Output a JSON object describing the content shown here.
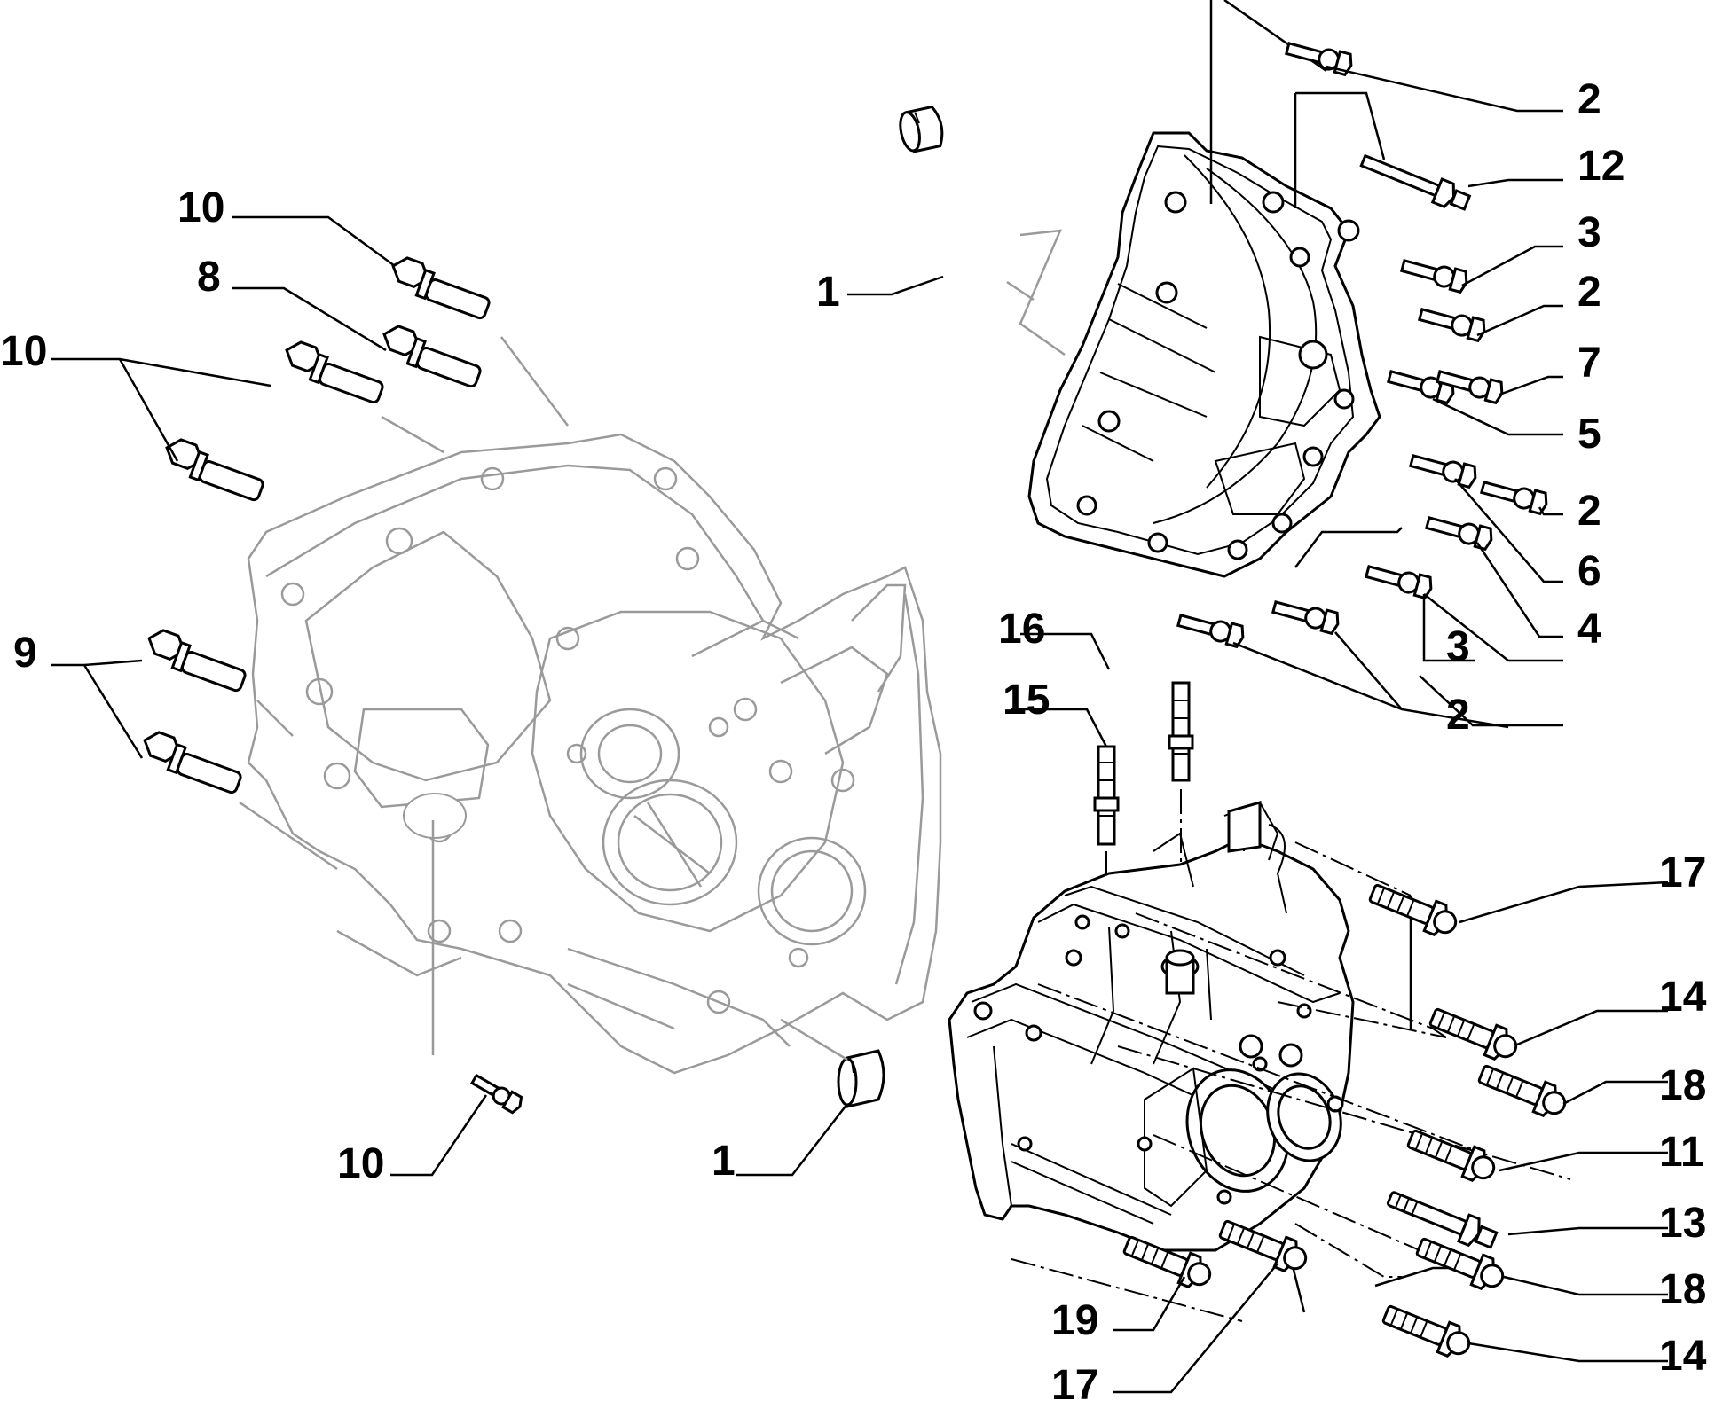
{
  "diagram": {
    "labels": [
      {
        "id": "bolt-10-top",
        "text": "10"
      },
      {
        "id": "bolt-8",
        "text": "8"
      },
      {
        "id": "bolt-10-left",
        "text": "10"
      },
      {
        "id": "bolt-9",
        "text": "9"
      },
      {
        "id": "bolt-10-bottom",
        "text": "10"
      },
      {
        "id": "dowel-1-bottom",
        "text": "1"
      },
      {
        "id": "dowel-1-top",
        "text": "1"
      },
      {
        "id": "r-2a",
        "text": "2"
      },
      {
        "id": "r-12",
        "text": "12"
      },
      {
        "id": "r-3a",
        "text": "3"
      },
      {
        "id": "r-2b",
        "text": "2"
      },
      {
        "id": "r-7",
        "text": "7"
      },
      {
        "id": "r-5",
        "text": "5"
      },
      {
        "id": "r-2c",
        "text": "2"
      },
      {
        "id": "r-6",
        "text": "6"
      },
      {
        "id": "r-4",
        "text": "4"
      },
      {
        "id": "r-3b",
        "text": "3"
      },
      {
        "id": "r-2d",
        "text": "2"
      },
      {
        "id": "stud-16",
        "text": "16"
      },
      {
        "id": "stud-15",
        "text": "15"
      },
      {
        "id": "r-17a",
        "text": "17"
      },
      {
        "id": "r-14a",
        "text": "14"
      },
      {
        "id": "r-18a",
        "text": "18"
      },
      {
        "id": "r-11",
        "text": "11"
      },
      {
        "id": "r-13",
        "text": "13"
      },
      {
        "id": "r-18b",
        "text": "18"
      },
      {
        "id": "r-14b",
        "text": "14"
      },
      {
        "id": "b-19",
        "text": "19"
      },
      {
        "id": "b-17",
        "text": "17"
      }
    ],
    "colors": {
      "ink": "#000000",
      "ghost_part": "#9a9a9a",
      "background": "#ffffff"
    }
  }
}
